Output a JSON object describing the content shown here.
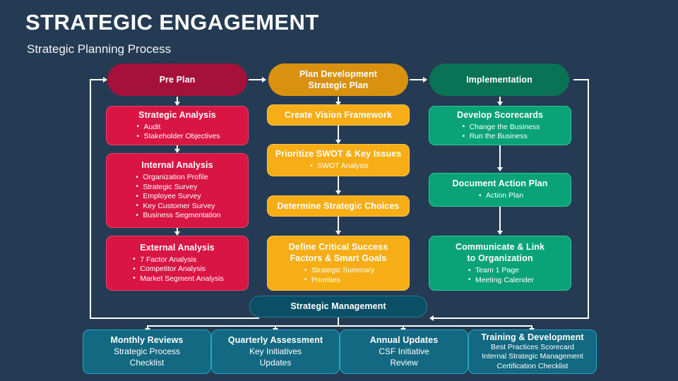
{
  "header": {
    "title": "STRATEGIC ENGAGEMENT",
    "subtitle": "Strategic Planning Process"
  },
  "colors": {
    "background": "#243b53",
    "pre_plan_pill": "#a5113a",
    "red_box": "#d81543",
    "plan_pill": "#d99210",
    "amber_box": "#f7ad16",
    "implementation_pill": "#0b7355",
    "green_box": "#0aa377",
    "strategic_management_bar": "#0b4f66",
    "blue_box": "#136982",
    "connector": "#ffffff"
  },
  "columns": {
    "pre_plan": {
      "header": "Pre Plan",
      "steps": [
        {
          "title": "Strategic Analysis",
          "bullets": [
            "Audit",
            "Stakeholder Objectives"
          ]
        },
        {
          "title": "Internal Analysis",
          "bullets": [
            "Organization Profile",
            "Strategic Survey",
            "Employee Survey",
            "Key Customer Survey",
            "Business Segmentation"
          ]
        },
        {
          "title": "External Analysis",
          "bullets": [
            "7 Factor Analysis",
            "Competitor Analysis",
            "Market Segment Analysis"
          ]
        }
      ]
    },
    "plan_development": {
      "header_line1": "Plan Development",
      "header_line2": "Strategic Plan",
      "steps": [
        {
          "title": "Create Vision Framework",
          "bullets": []
        },
        {
          "title": "Prioritize SWOT & Key Issues",
          "bullets": [
            "SWOT Analysis"
          ]
        },
        {
          "title": "Determine Strategic Choices",
          "bullets": []
        },
        {
          "title_line1": "Define Critical Success",
          "title_line2": "Factors & Smart Goals",
          "bullets": [
            "Strategic Summary",
            "Priorities"
          ]
        }
      ]
    },
    "implementation": {
      "header": "Implementation",
      "steps": [
        {
          "title": "Develop Scorecards",
          "bullets": [
            "Change the Business",
            "Run the Business"
          ]
        },
        {
          "title": "Document Action Plan",
          "bullets": [
            "Action Plan"
          ]
        },
        {
          "title_line1": "Communicate & Link",
          "title_line2": "to Organization",
          "bullets": [
            "Team 1 Page",
            "Meeting Calender"
          ]
        }
      ]
    }
  },
  "strategic_management": {
    "label": "Strategic Management"
  },
  "cadence": [
    {
      "title": "Monthly Reviews",
      "lines": [
        "Strategic Process",
        "Checklist"
      ]
    },
    {
      "title": "Quarterly Assessment",
      "lines": [
        "Key Initiatives",
        "Updates"
      ]
    },
    {
      "title": "Annual Updates",
      "lines": [
        "CSF Initiative",
        "Review"
      ]
    },
    {
      "title": "Training & Development",
      "lines": [
        "Best Practices Scorecard",
        "Internal Strategic Management",
        "Certification Checklist"
      ]
    }
  ]
}
